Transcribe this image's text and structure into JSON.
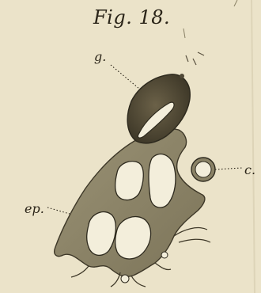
{
  "figure": {
    "title": "Fig. 18.",
    "labels": {
      "g": "g.",
      "c": "c.",
      "ep": "ep."
    }
  },
  "colors": {
    "paper": "#ebe3c9",
    "tissue": "#8a8266",
    "tissue_dark": "#4f4836",
    "cavity": "#f3eedb",
    "ink": "#2a2418"
  }
}
